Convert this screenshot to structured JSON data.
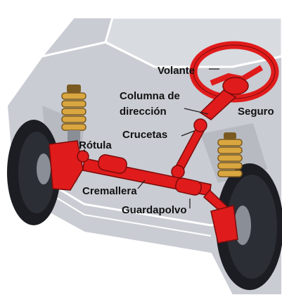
{
  "diagram": {
    "labels": {
      "volante": "Volante",
      "columna_line1": "Columna de",
      "columna_line2": "dirección",
      "seguro": "Seguro",
      "crucetas": "Crucetas",
      "rotula": "Rótula",
      "cremallera": "Cremallera",
      "guardapolvo": "Guardapolvo"
    },
    "colors": {
      "steering_red": "#e01b1b",
      "body_fill": "#c9ccd2",
      "body_outline": "#ffffff",
      "tire": "#1c1d22",
      "spring": "#d9a640",
      "leader_line": "#222222"
    }
  }
}
